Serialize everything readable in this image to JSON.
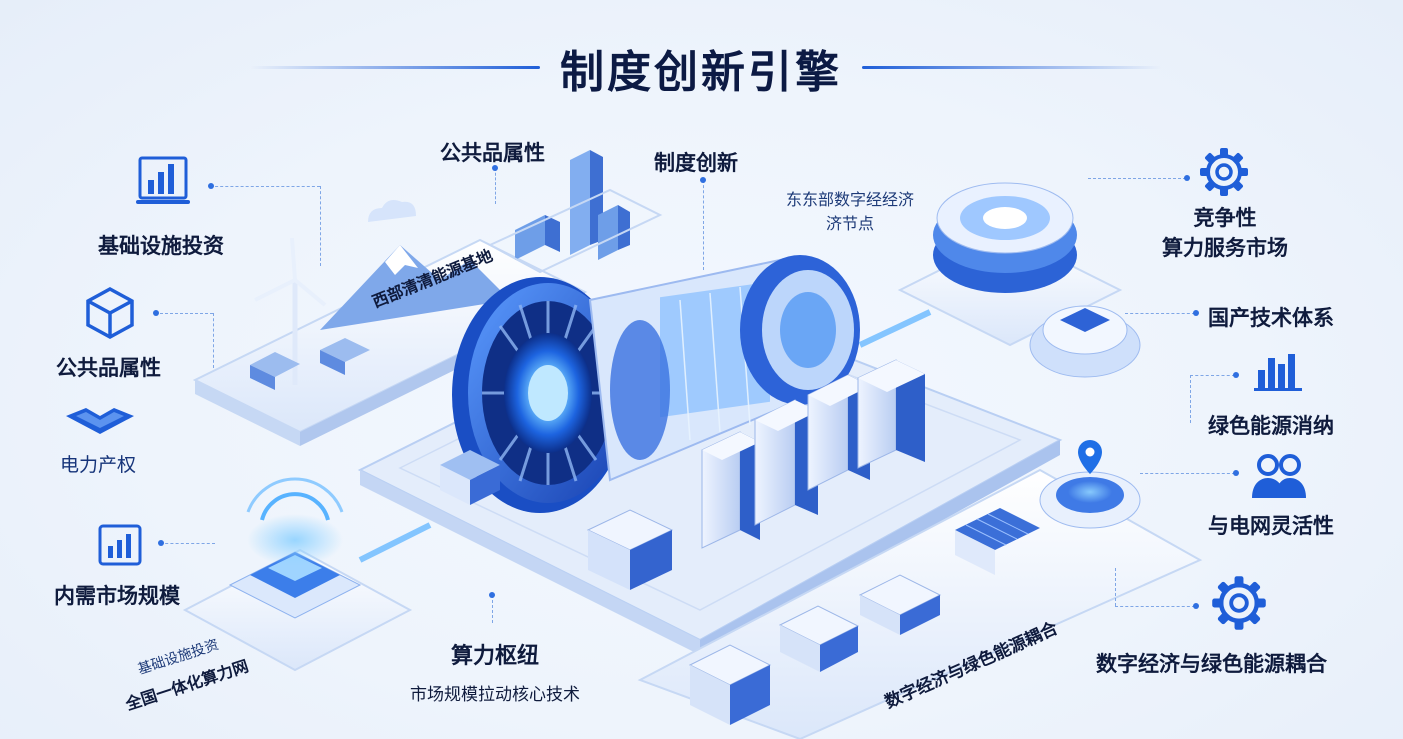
{
  "title": "制度创新引擎",
  "left_column": [
    {
      "label": "基础设施投资",
      "icon": "bar-chart-monitor-icon"
    },
    {
      "label": "公共品属性",
      "icon": "cube-icon"
    },
    {
      "label": "电力产权",
      "icon": "layered-diamond-icon"
    },
    {
      "label": "内需市场规模",
      "icon": "building-chart-icon"
    }
  ],
  "right_column": [
    {
      "label": "竞争性\n算力服务市场",
      "line1": "竞争性",
      "line2": "算力服务市场",
      "icon": "gear-icon"
    },
    {
      "label": "国产技术体系",
      "icon": "none"
    },
    {
      "label": "绿色能源消纳",
      "icon": "bar-chart-icon"
    },
    {
      "label": "与电网灵活性",
      "icon": "users-icon"
    },
    {
      "label": "数字经济与绿色能源耦合",
      "icon": "gear-icon"
    }
  ],
  "top_labels": {
    "public_goods": "公共品属性",
    "institutional_innovation": "制度创新",
    "east_node_line1": "东东部数字经经济",
    "east_node_line2": "济节点"
  },
  "platform_labels": {
    "west_base": "西部清清能源基地",
    "bottom_left_line1": "基础设施投资",
    "bottom_left_line2": "全国一体化算力网",
    "bottom_right": "数字经济与绿色能源耦合"
  },
  "center": {
    "title": "算力枢纽",
    "subtitle": "市场规模拉动核心技术"
  },
  "colors": {
    "primary": "#1f5ed8",
    "deep": "#0c1a44",
    "light": "#cfe0fb",
    "accent": "#3aa0ff"
  }
}
